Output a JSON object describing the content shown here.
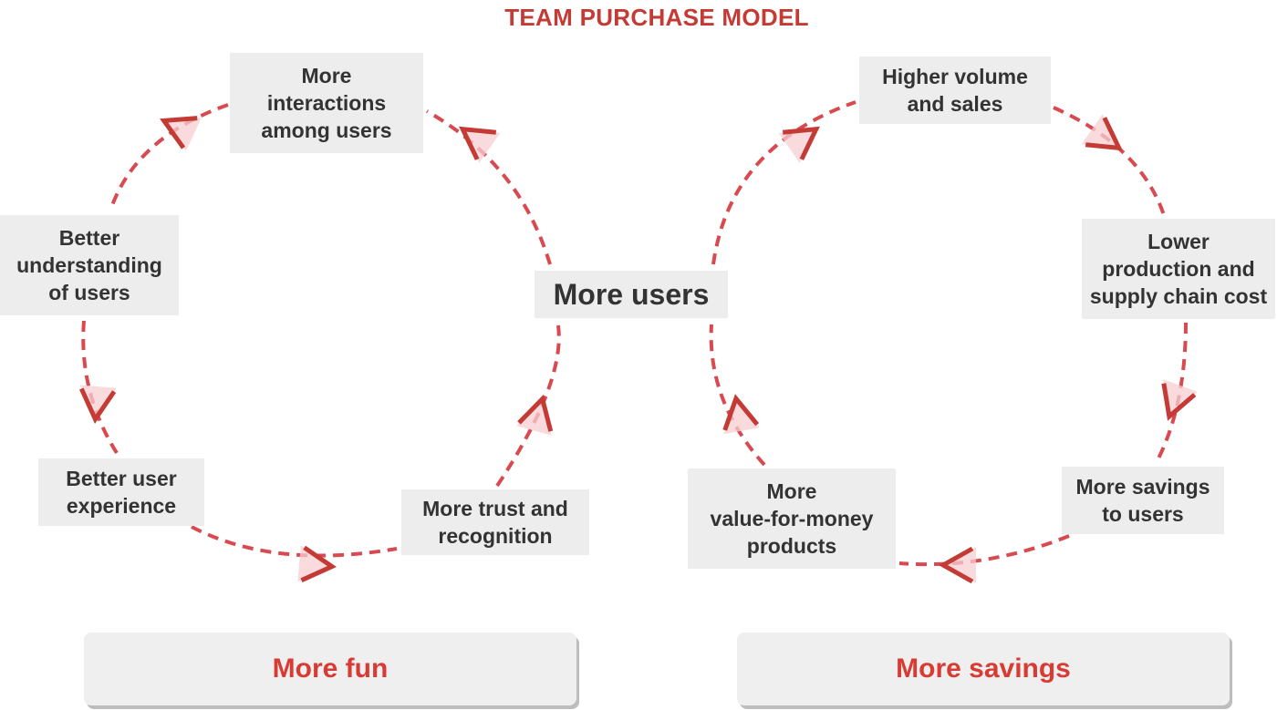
{
  "title": "TEAM PURCHASE MODEL",
  "center_node": "More users",
  "colors": {
    "accent": "#c43a34",
    "arrow": "#d84a50",
    "box": "#ededed"
  },
  "left_cycle": {
    "label": "More fun",
    "nodes": {
      "interactions": "More\ninteractions\namong users",
      "understanding": "Better\nunderstanding\nof users",
      "experience": "Better user\nexperience",
      "trust": "More trust and\nrecognition"
    }
  },
  "right_cycle": {
    "label": "More savings",
    "nodes": {
      "volume": "Higher volume\nand sales",
      "cost": "Lower\nproduction and\nsupply chain cost",
      "savings": "More savings\nto users",
      "value": "More\nvalue-for-money\nproducts"
    }
  }
}
